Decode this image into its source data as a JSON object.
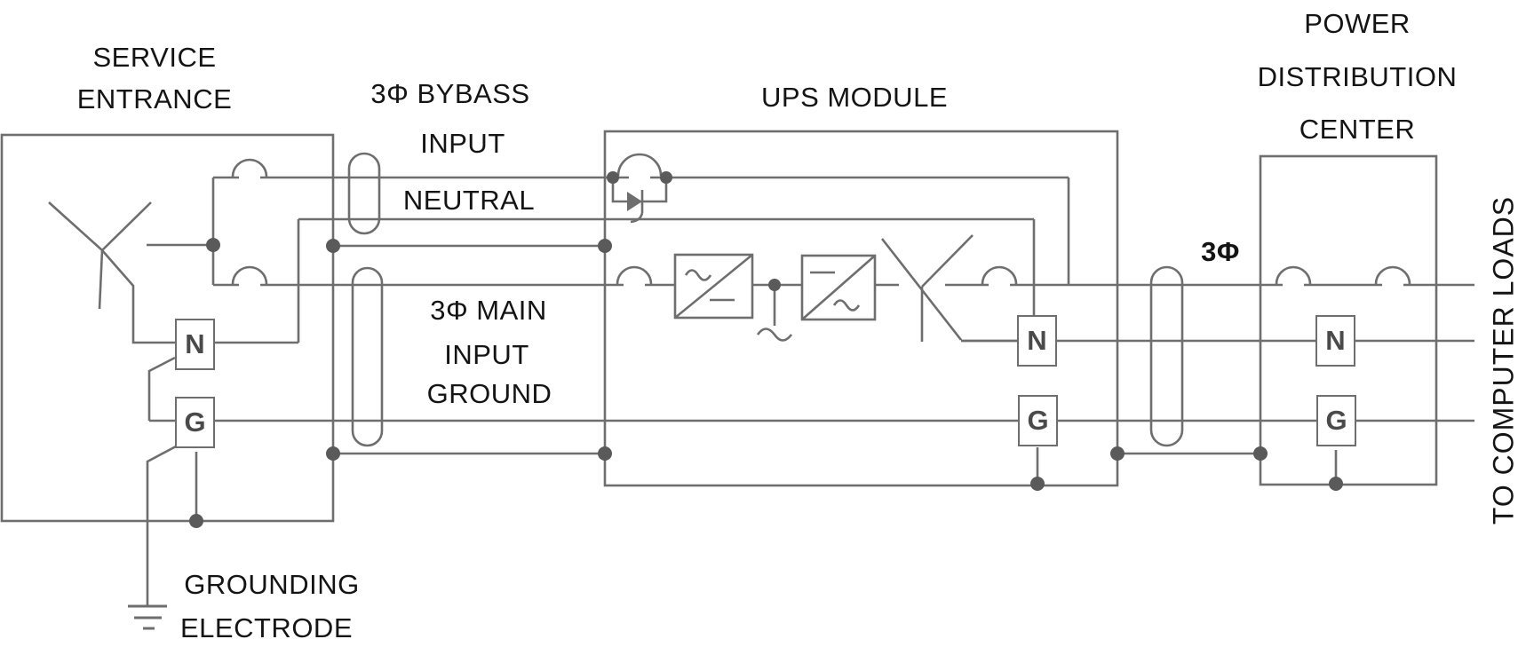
{
  "colors": {
    "wire": "#6e6e6e",
    "label_text": "#141414",
    "terminal_text": "#4a4a4a",
    "background": "#ffffff"
  },
  "sections": {
    "service_entrance": {
      "title_lines": [
        "SERVICE",
        "ENTRANCE"
      ]
    },
    "bypass": {
      "title_lines": [
        "3Φ BYBASS",
        "INPUT"
      ],
      "neutral_label": "NEUTRAL"
    },
    "main_input": {
      "title_lines": [
        "3Φ MAIN",
        "INPUT",
        "GROUND"
      ]
    },
    "ups": {
      "title": "UPS MODULE"
    },
    "pdc": {
      "title_lines": [
        "POWER",
        "DISTRIBUTION",
        "CENTER"
      ]
    },
    "output": {
      "phase_label": "3Φ",
      "loads_label": "TO COMPUTER LOADS"
    },
    "grounding": {
      "title_lines": [
        "GROUNDING",
        "ELECTRODE"
      ]
    },
    "terminals": {
      "neutral": "N",
      "ground": "G"
    }
  }
}
